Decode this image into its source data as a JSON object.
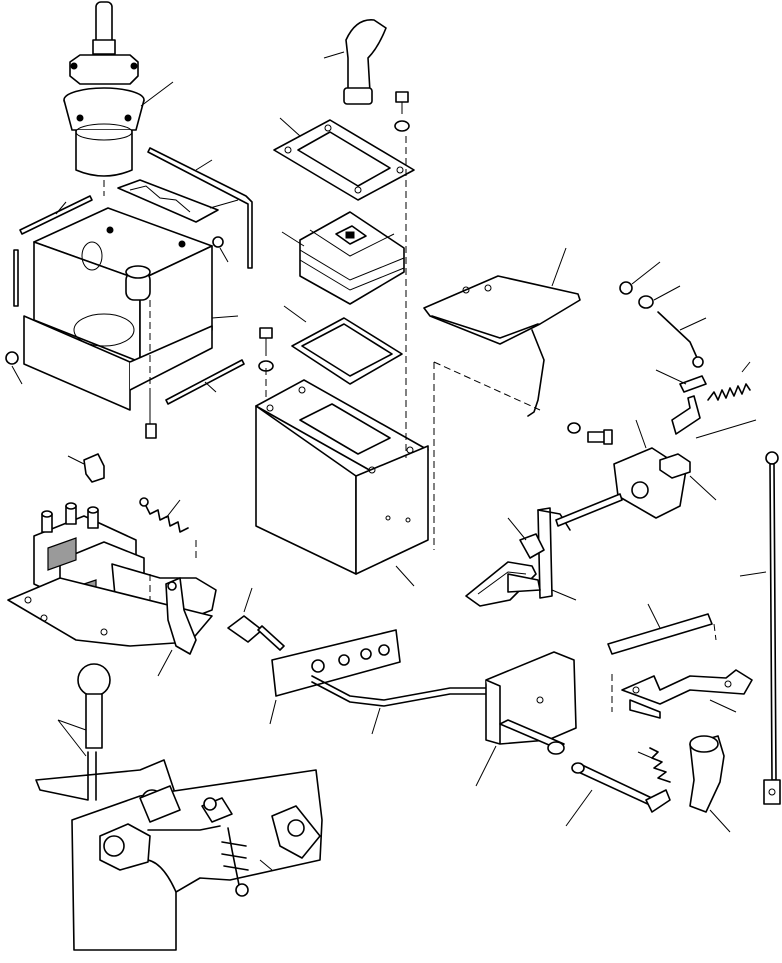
{
  "figure": {
    "description_free": true,
    "colors": {
      "ink": "#000000",
      "paper": "#ffffff",
      "shade": "#9a9a9a"
    },
    "parts": [
      "joystick-valve",
      "spacer-plate",
      "control-box",
      "side-rod-left",
      "side-rod-left-2",
      "side-rod-right",
      "bent-rod",
      "nut-left",
      "bolt-bottom",
      "bracket-clip",
      "spring-left",
      "control-valve-block",
      "mount-plate",
      "lever-arm",
      "lever-grip",
      "gasket-plate",
      "rubber-boot",
      "seal-ring",
      "console-housing",
      "bolt-top",
      "washer-top",
      "bolt-mid",
      "washer-mid",
      "pedal-frame",
      "pedal-bolt",
      "pedal-washer",
      "nut-right",
      "nut-right-2",
      "link-wire",
      "link-plate",
      "spring-right",
      "lever-bracket",
      "clip-right",
      "connecting-rod",
      "foot-pedal",
      "pedal-clamp",
      "pedal-shaft",
      "rod-end-fork",
      "cable-plate",
      "cable-rod",
      "pedal-bracket",
      "pin-shaft",
      "bracket-arm",
      "spring-lower",
      "pivot-lever",
      "lower-shaft",
      "floor-plate",
      "shift-knob",
      "linkage-pivot",
      "shift-arm"
    ]
  }
}
